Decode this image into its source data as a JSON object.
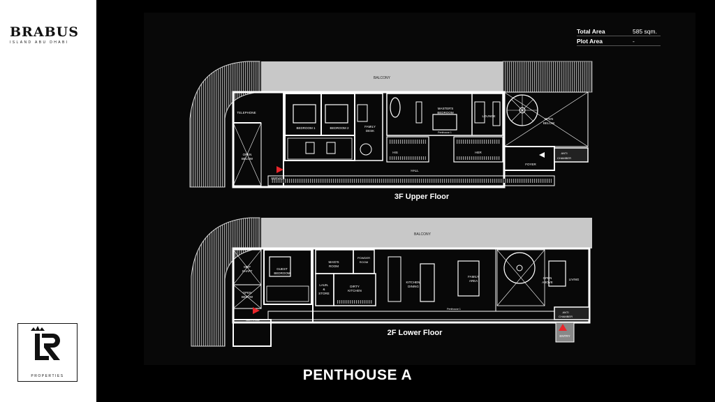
{
  "brand": {
    "name": "BRABUS",
    "subtitle": "ISLAND ABU DHABI"
  },
  "logo": {
    "letters": "LR",
    "subtitle": "PROPERTIES"
  },
  "area_table": [
    {
      "label": "Total Area",
      "value": "585 sqm."
    },
    {
      "label": "Plot Area",
      "value": "-"
    }
  ],
  "upper_floor": {
    "label": "3F Upper Floor",
    "rooms": {
      "balcony": "BALCONY",
      "telephone": "TELEPHONE",
      "open_below_left": [
        "OPEN",
        "BELOW"
      ],
      "service": "SERVICE",
      "bedroom1": "BEDROOM 1",
      "bedroom2": "BEDROOM 2",
      "family_desk": [
        "FAMILY",
        "DESK"
      ],
      "master": [
        "MASTER'S",
        "BEDROOM"
      ],
      "lounge": "LOUNGE",
      "penthouse": "Penthouse 1",
      "his": "HIS",
      "her": "HER",
      "hall": "HALL",
      "open_below_right": [
        "OPEN",
        "BELOW"
      ],
      "foyer": "FOYER",
      "anti": [
        "ANTI",
        "CHAMBER"
      ]
    }
  },
  "lower_floor": {
    "label": "2F Lower Floor",
    "rooms": {
      "balcony": "BALCONY",
      "mep": [
        "MEP",
        "SHAFT"
      ],
      "open_below": [
        "OPEN",
        "BELOW"
      ],
      "service": "SERVICE",
      "guest": [
        "GUEST",
        "BEDROOM"
      ],
      "maids": [
        "MAID'S",
        "ROOM"
      ],
      "powder": [
        "POWDER",
        "ROOM"
      ],
      "laun": [
        "LAUN.",
        "&",
        "STORE"
      ],
      "dirty": [
        "DIRTY",
        "KITCHEN"
      ],
      "kitchen": [
        "KITCHEN/",
        "DINING"
      ],
      "family": [
        "FAMILY",
        "AREA"
      ],
      "open_above": [
        "OPEN",
        "ABOVE"
      ],
      "living": "LIVING",
      "penthouse": "Penthouse 1",
      "anti": [
        "ANTI",
        "CHAMBER"
      ],
      "entry": "ENTRY"
    }
  },
  "title": "PENTHOUSE A",
  "colors": {
    "background": "#000000",
    "sidebar": "#ffffff",
    "wall": "#ffffff",
    "balcony": "#c8c8c8",
    "marker": "#e8262b"
  }
}
